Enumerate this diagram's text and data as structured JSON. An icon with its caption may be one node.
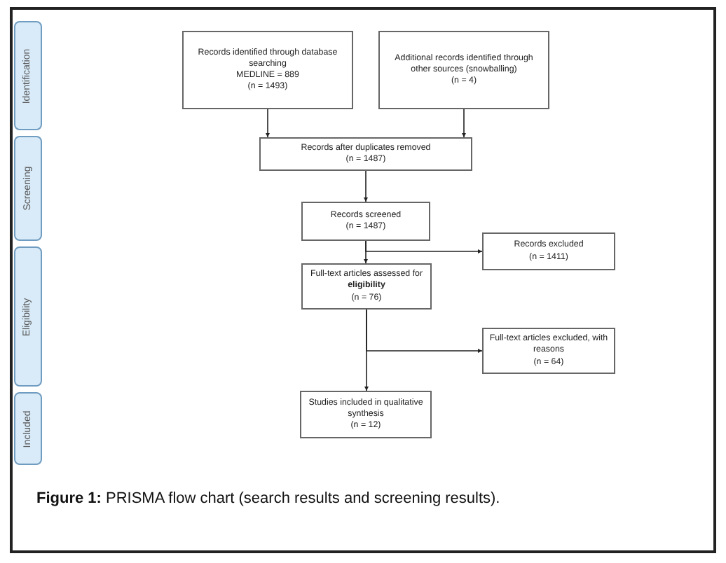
{
  "diagram": {
    "caption": "**Figure 1:** PRISMA flow chart (search results and screening results).",
    "nodes": [
      {
        "text": [
          "Identification"
        ]
      },
      {
        "text": [
          "Screening"
        ]
      },
      {
        "text": [
          "Eligibility"
        ]
      },
      {
        "text": [
          "Included"
        ]
      },
      {
        "text": [
          "Records identified through database searching",
          "MEDLINE = 889",
          "(n = 1493)"
        ]
      },
      {
        "text": [
          "Additional records identified through other sources (snowballing)",
          "(n = 4)"
        ]
      },
      {
        "text": [
          "Records after duplicates removed",
          "(n = 1487)"
        ]
      },
      {
        "text": [
          "Records screened",
          "(n = 1487)"
        ]
      },
      {
        "text": [
          "Records excluded",
          "(n = 1411)"
        ]
      },
      {
        "text": [
          "Full-text articles assessed for **eligibility**",
          "(n = 76)"
        ]
      },
      {
        "text": [
          "Full-text articles excluded, with reasons",
          "(n = 64)"
        ]
      },
      {
        "text": [
          "Studies included in qualitative synthesis",
          "(n = 12)"
        ]
      }
    ],
    "edges": [
      {
        "from": 4,
        "to": 6,
        "arrow": "to"
      },
      {
        "from": 5,
        "to": 6,
        "arrow": "to"
      },
      {
        "from": 6,
        "to": 7,
        "arrow": "to"
      },
      {
        "from": 7,
        "to": 9,
        "arrow": "to"
      },
      {
        "from": 7,
        "to": 8,
        "arrow": "to"
      },
      {
        "from": 9,
        "to": 11,
        "arrow": "to"
      },
      {
        "from": 9,
        "to": 10,
        "arrow": "to"
      }
    ]
  }
}
